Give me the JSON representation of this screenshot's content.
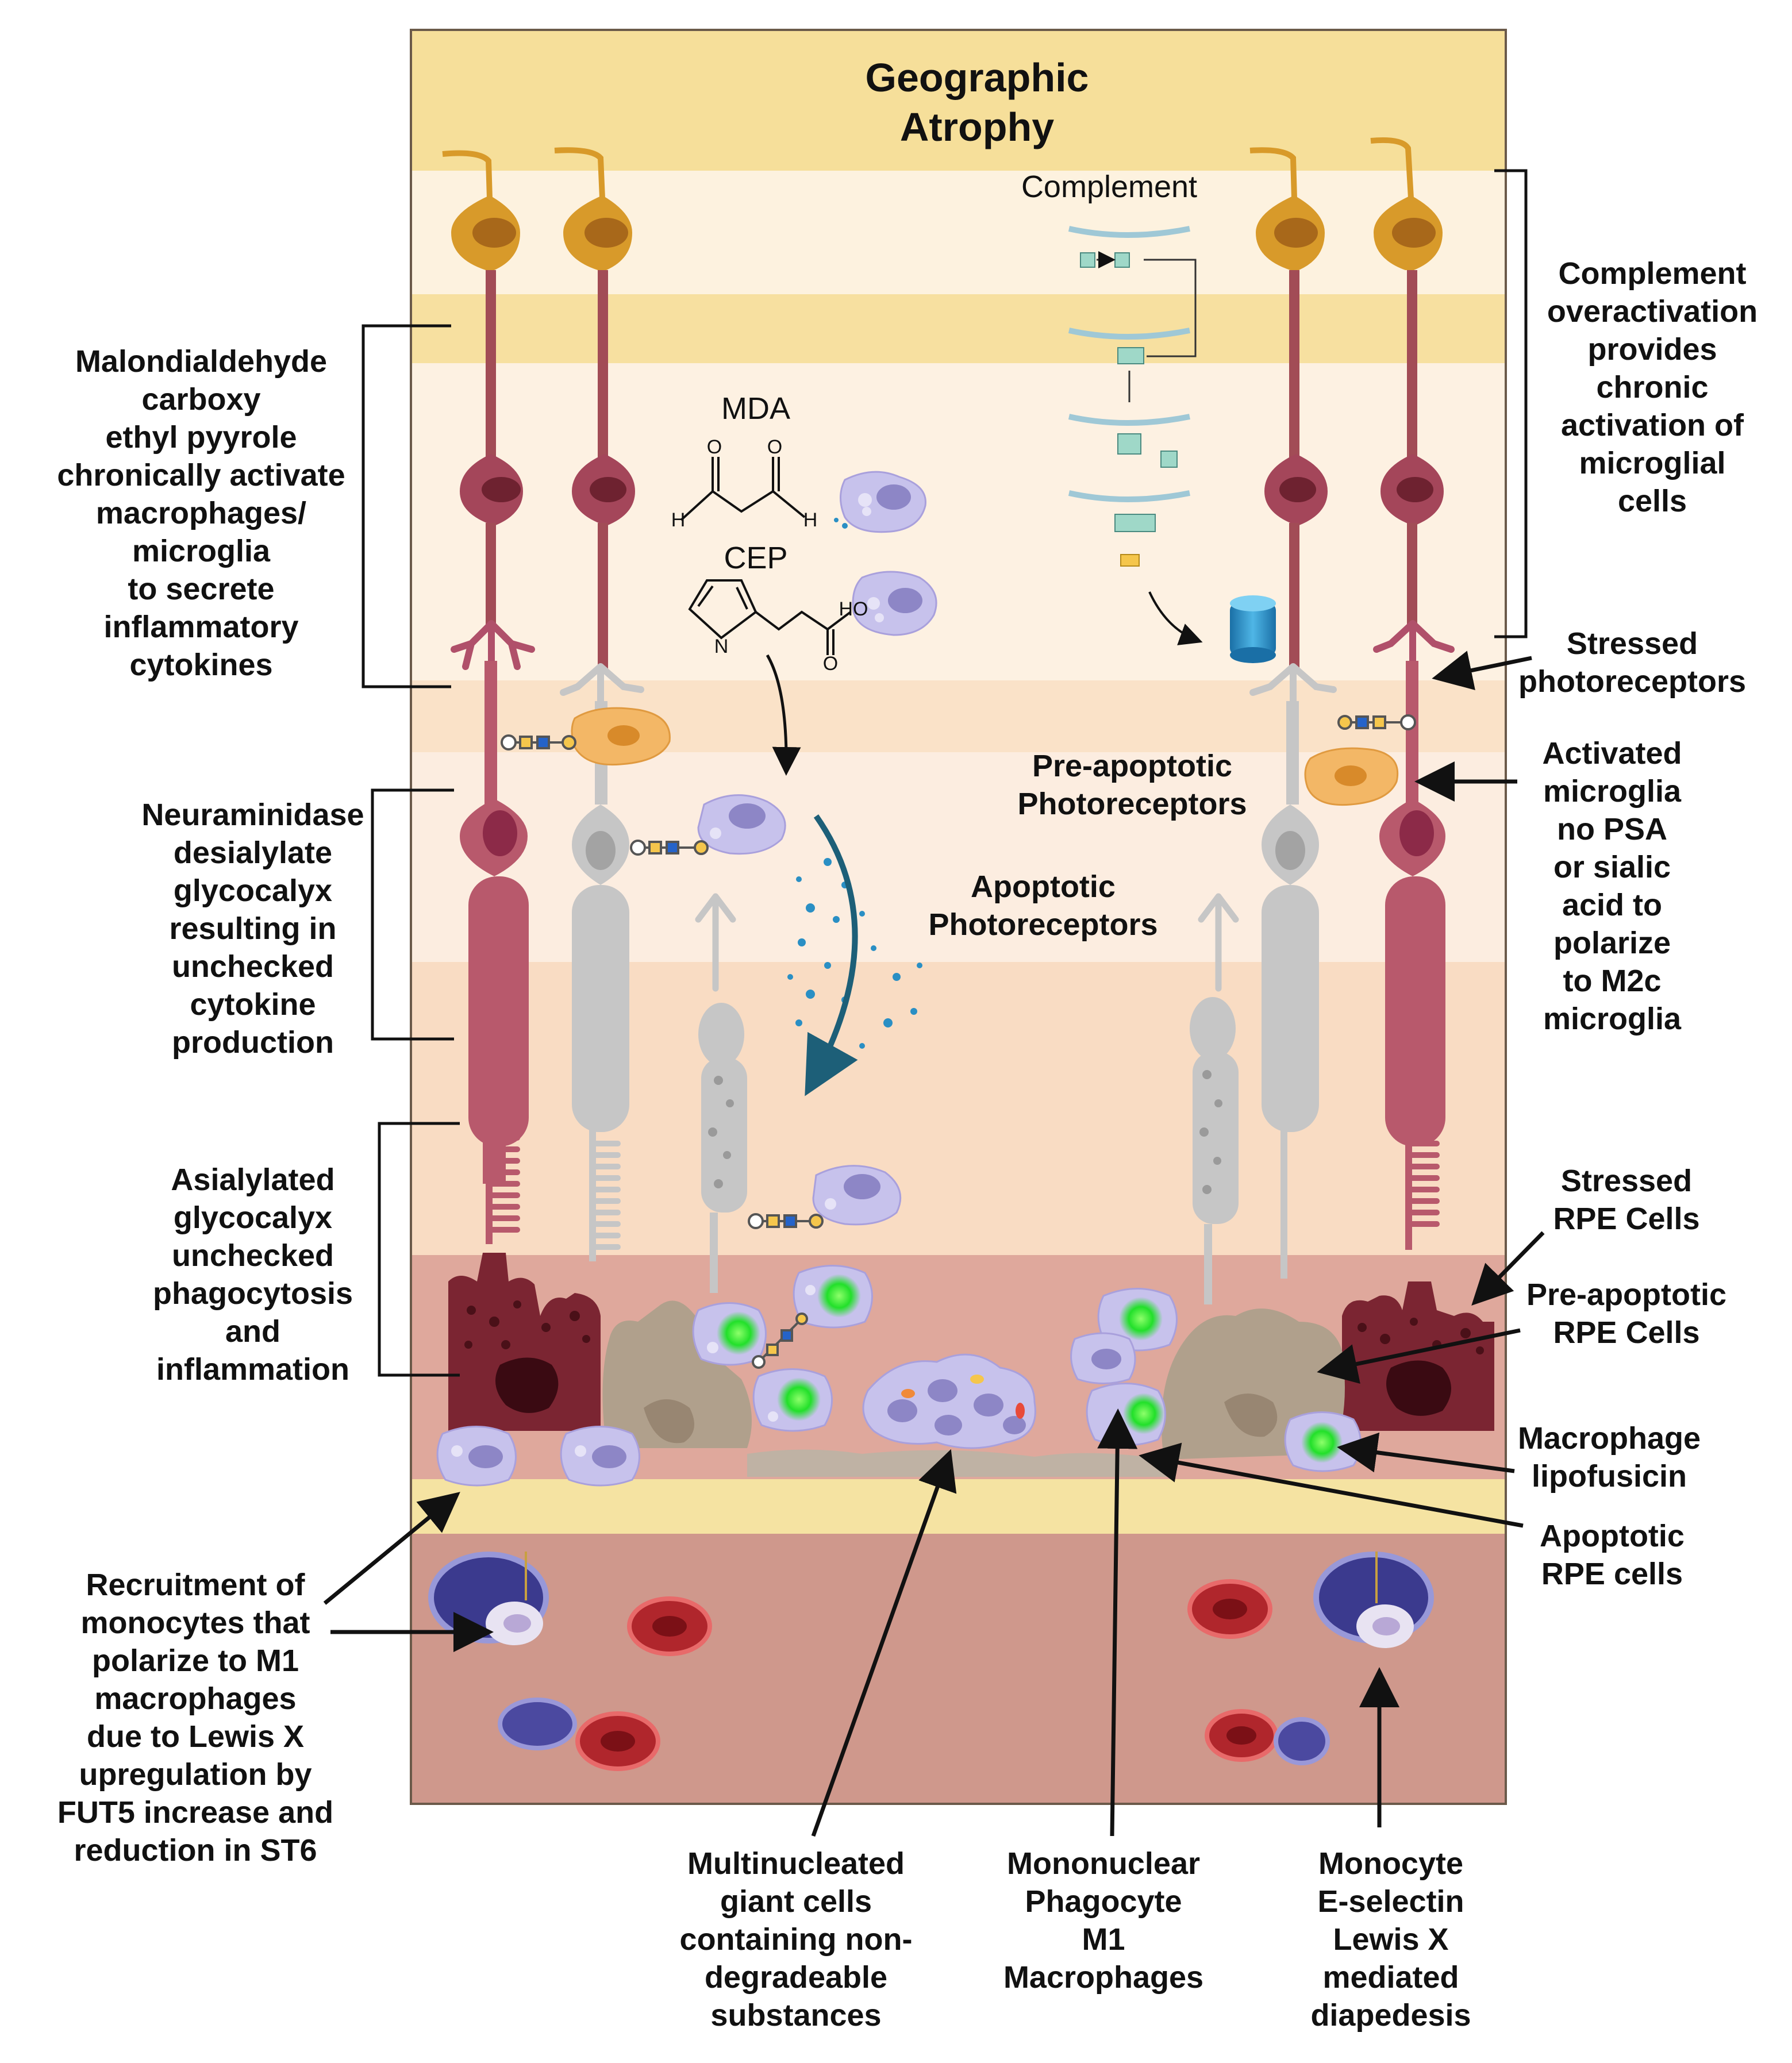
{
  "title": "Geographic\nAtrophy",
  "labels": {
    "complement": "Complement",
    "mda": "MDA",
    "cep": "CEP",
    "pre_apoptotic_photoreceptors": "Pre-apoptotic\nPhotoreceptors",
    "apoptotic_photoreceptors": "Apoptotic\nPhotoreceptors",
    "molecule_h1": "H",
    "molecule_h2": "H",
    "molecule_o1": "O",
    "molecule_o2": "O",
    "molecule_n": "N",
    "molecule_ho": "HO",
    "molecule_o3": "O"
  },
  "left_annotations": {
    "mda_cep": "Malondialdehyde\ncarboxy\nethyl pyyrole\nchronically activate\nmacrophages/\nmicroglia\nto secrete\ninflammatory\ncytokines",
    "neuraminidase": "Neuraminidase\ndesialylate\nglycocalyx\nresulting in\nunchecked\ncytokine\nproduction",
    "asialylated": "Asialylated\nglycocalyx\nunchecked\nphagocytosis\nand\ninflammation",
    "recruitment": "Recruitment of\nmonocytes that\npolarize to M1\nmacrophages\ndue to Lewis X\nupregulation by\nFUT5 increase and\nreduction in ST6"
  },
  "right_annotations": {
    "complement_overactivation": "Complement\noveractivation\nprovides\nchronic\nactivation of\nmicroglial\ncells",
    "stressed_photoreceptors": "Stressed\nphotoreceptors",
    "activated_microglia": "Activated\nmicroglia\nno PSA\nor sialic\nacid to\npolarize\nto M2c\nmicroglia",
    "stressed_rpe": "Stressed\nRPE Cells",
    "pre_apoptotic_rpe": "Pre-apoptotic\nRPE Cells",
    "macrophage_lipofuscin": "Macrophage\nlipofusicin",
    "apoptotic_rpe": "Apoptotic\nRPE cells"
  },
  "bottom_annotations": {
    "multinucleated": "Multinucleated\ngiant cells\ncontaining non-\ndegradeable\nsubstances",
    "mononuclear": "Mononuclear\nPhagocyte\nM1\nMacrophages",
    "monocyte_diapedesis": "Monocyte\nE-selectin\nLewis X\nmediated\ndiapedesis"
  },
  "colors": {
    "band_yellow": "#f6df9a",
    "band_cream": "#fdf2df",
    "band_peach": "#f9ddc4",
    "band_rpe": "#dfa69a",
    "band_choroid": "#cf978b",
    "photoreceptor_healthy": "#b8596c",
    "photoreceptor_apoptotic": "#c6c6c6",
    "neuron_gold": "#d89a2a",
    "neuron_stalk": "#a24c56",
    "rpe_dark": "#7b2532",
    "macrophage": "#c7c2ec",
    "lipofuscin": "#39e83a",
    "rbc": "#b0262c",
    "complement_blue": "#2a8fc4",
    "arrow": "#111111"
  }
}
